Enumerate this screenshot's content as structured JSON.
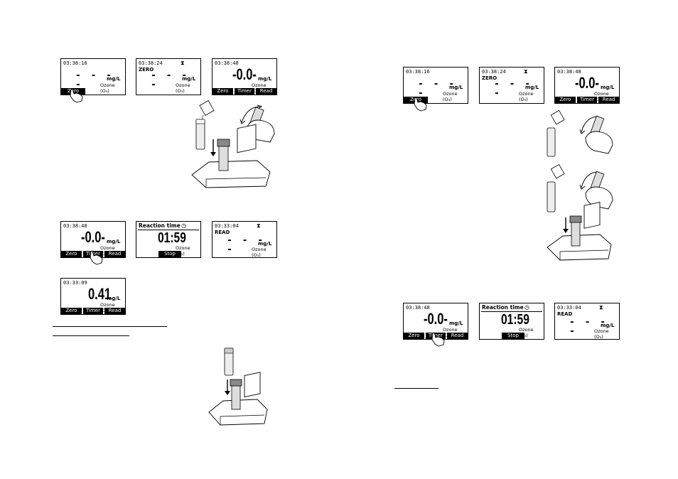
{
  "display": {
    "time_zero1": "03:38:16",
    "time_zero2": "03:38:24",
    "time_zero3": "03:38:48",
    "time_read": "03:33:04",
    "time_result": "03:33:09",
    "dashes": "- - - -",
    "zero_reading": "-0.0-",
    "result_reading": "0.41",
    "unit": "mg/L",
    "param": "Ozone (O₃)",
    "mode_zero": "ZERO",
    "mode_read": "READ",
    "hourglass": "⧗",
    "clock": "◷",
    "reaction_title": "Reaction time",
    "reaction_countdown": "01:59",
    "softkeys": {
      "zero": "Zero",
      "timer": "Timer",
      "read": "Read",
      "stop": "Stop"
    }
  },
  "icons": [
    "hand-pointer-icon",
    "hourglass-icon",
    "clock-icon",
    "vial-icon",
    "powder-pack-icon",
    "mixing-arrow-icon",
    "photometer-icon",
    "down-arrow-icon"
  ]
}
